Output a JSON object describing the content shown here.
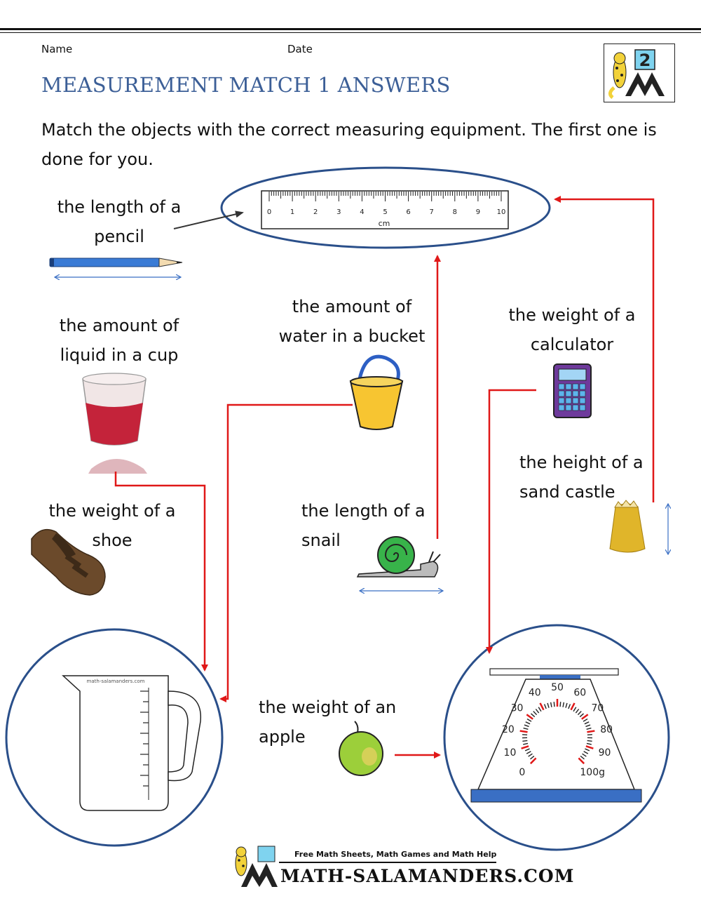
{
  "header": {
    "name_label": "Name",
    "date_label": "Date",
    "title": "MEASUREMENT MATCH 1 ANSWERS",
    "grade_badge": "2",
    "logo_icon": "salamander-logo-icon"
  },
  "instructions": "Match the objects with the correct measuring equipment. The first one is done for you.",
  "items": {
    "pencil": {
      "line1": "the length of a",
      "line2": "pencil"
    },
    "cup": {
      "line1": "the amount of",
      "line2": "liquid in a cup"
    },
    "shoe": {
      "line1": "the weight of a",
      "line2": "shoe"
    },
    "bucket": {
      "line1": "the amount of",
      "line2": "water in a bucket"
    },
    "snail": {
      "line1": "the length of a",
      "line2": "snail"
    },
    "apple": {
      "line1": "the weight of an",
      "line2": "apple"
    },
    "calculator": {
      "line1": "the weight of a",
      "line2": "calculator"
    },
    "sandcastle": {
      "line1": "the height of a",
      "line2": "sand castle"
    }
  },
  "ruler": {
    "ticks": [
      "0",
      "1",
      "2",
      "3",
      "4",
      "5",
      "6",
      "7",
      "8",
      "9",
      "10"
    ],
    "unit": "cm"
  },
  "jug": {
    "watermark": "math-salamanders.com"
  },
  "scale": {
    "labels": [
      "0",
      "10",
      "20",
      "30",
      "40",
      "50",
      "60",
      "70",
      "80",
      "90",
      "100g"
    ]
  },
  "footer": {
    "tagline": "Free Math Sheets, Math Games and Math Help",
    "brand": "MATH-SALAMANDERS.COM"
  },
  "colors": {
    "title": "#3c5f97",
    "connector": "#e01818",
    "circle": "#2a4f8a",
    "pencil": "#3a7bd5"
  }
}
